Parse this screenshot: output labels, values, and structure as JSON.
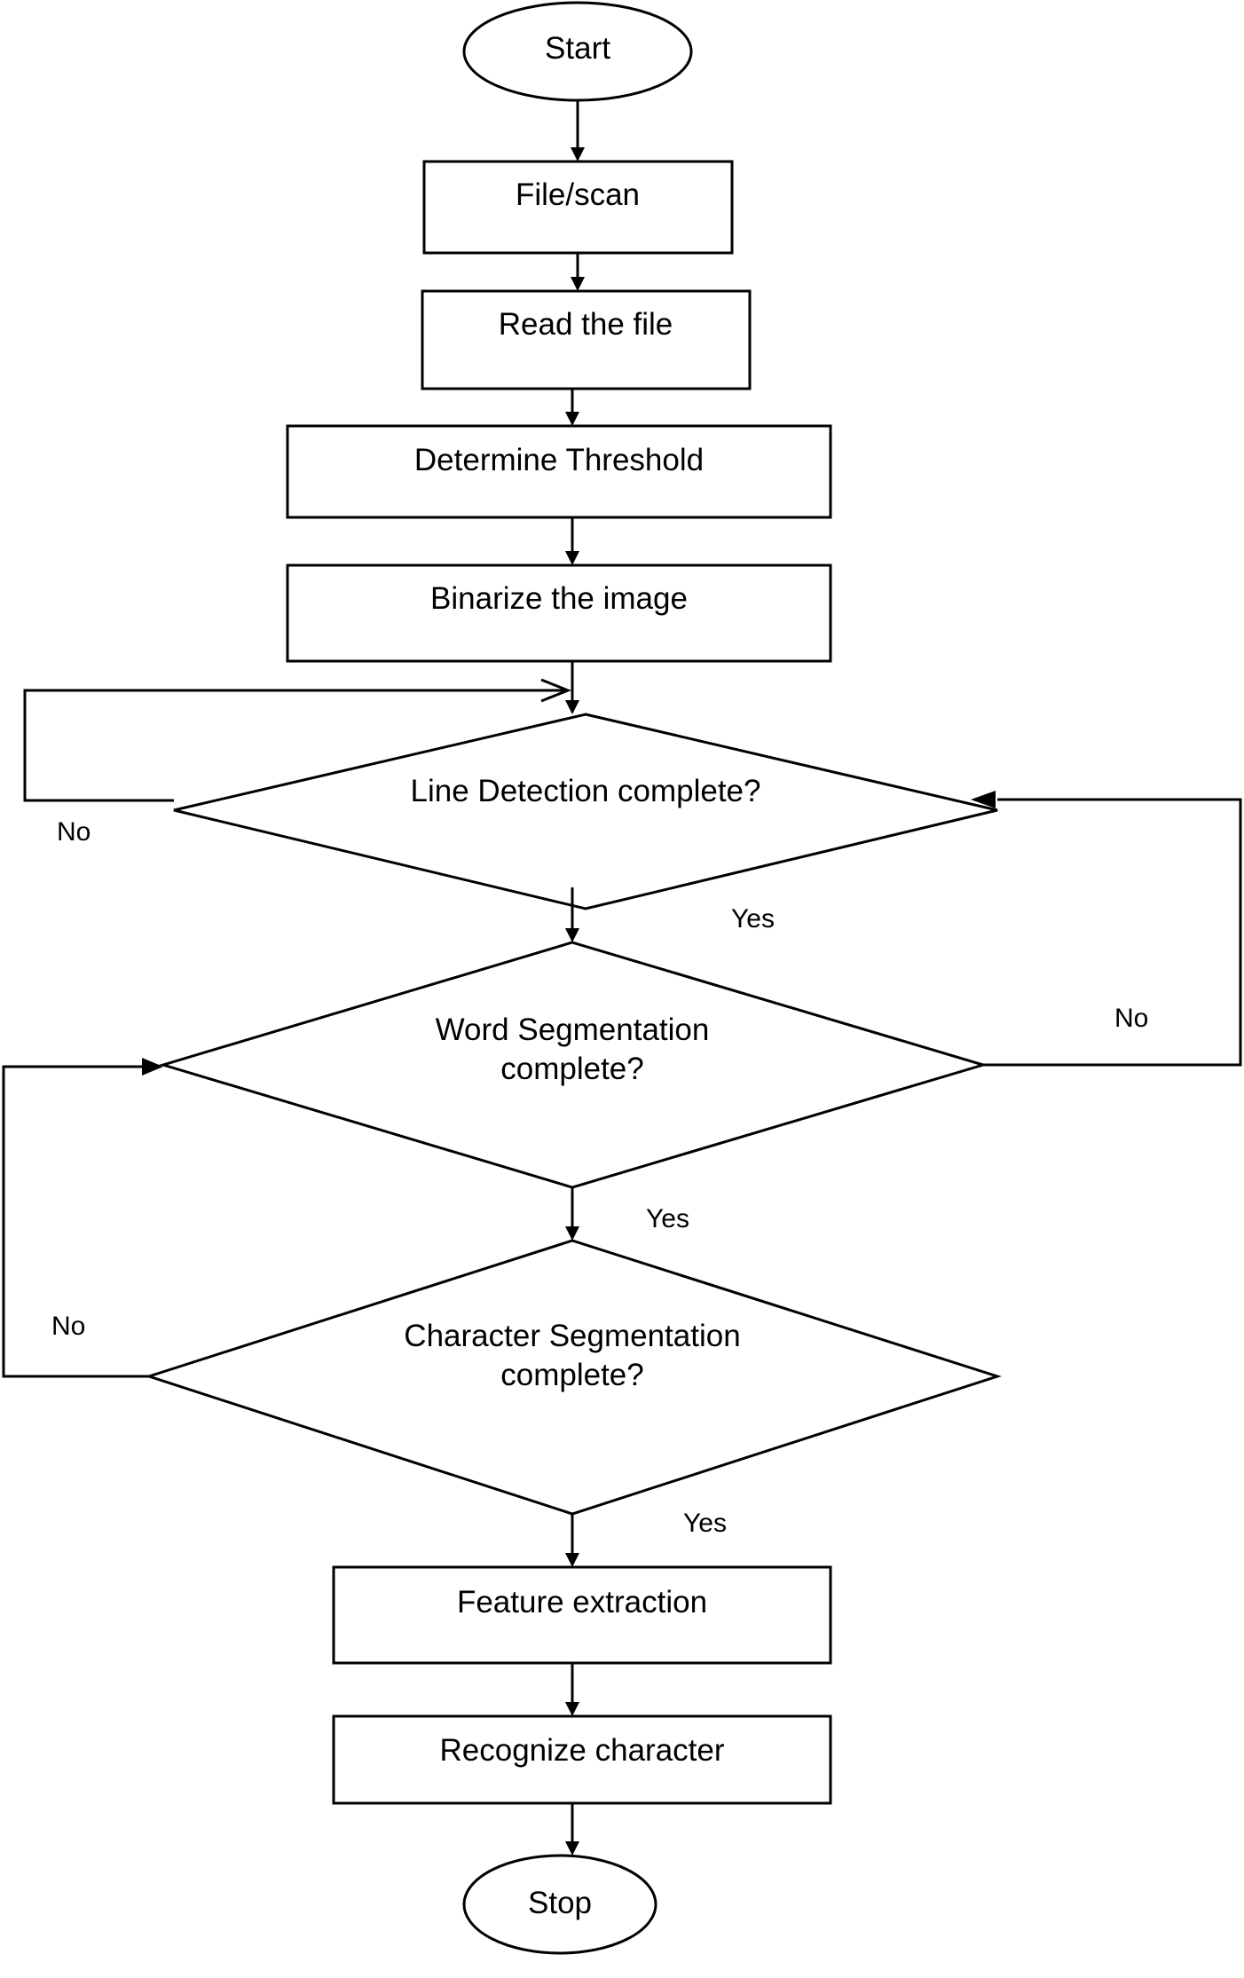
{
  "nodes": {
    "start": "Start",
    "file_scan": "File/scan",
    "read_file": "Read the file",
    "determine_threshold": "Determine Threshold",
    "binarize": "Binarize the image",
    "line_detection": "Line Detection complete?",
    "word_seg_line1": "Word Segmentation",
    "word_seg_line2": "complete?",
    "char_seg_line1": "Character Segmentation",
    "char_seg_line2": "complete?",
    "feature_extraction": "Feature extraction",
    "recognize": "Recognize character",
    "stop": "Stop"
  },
  "edge_labels": {
    "line_no": "No",
    "line_yes": "Yes",
    "word_no": "No",
    "word_yes": "Yes",
    "char_no": "No",
    "char_yes": "Yes"
  }
}
